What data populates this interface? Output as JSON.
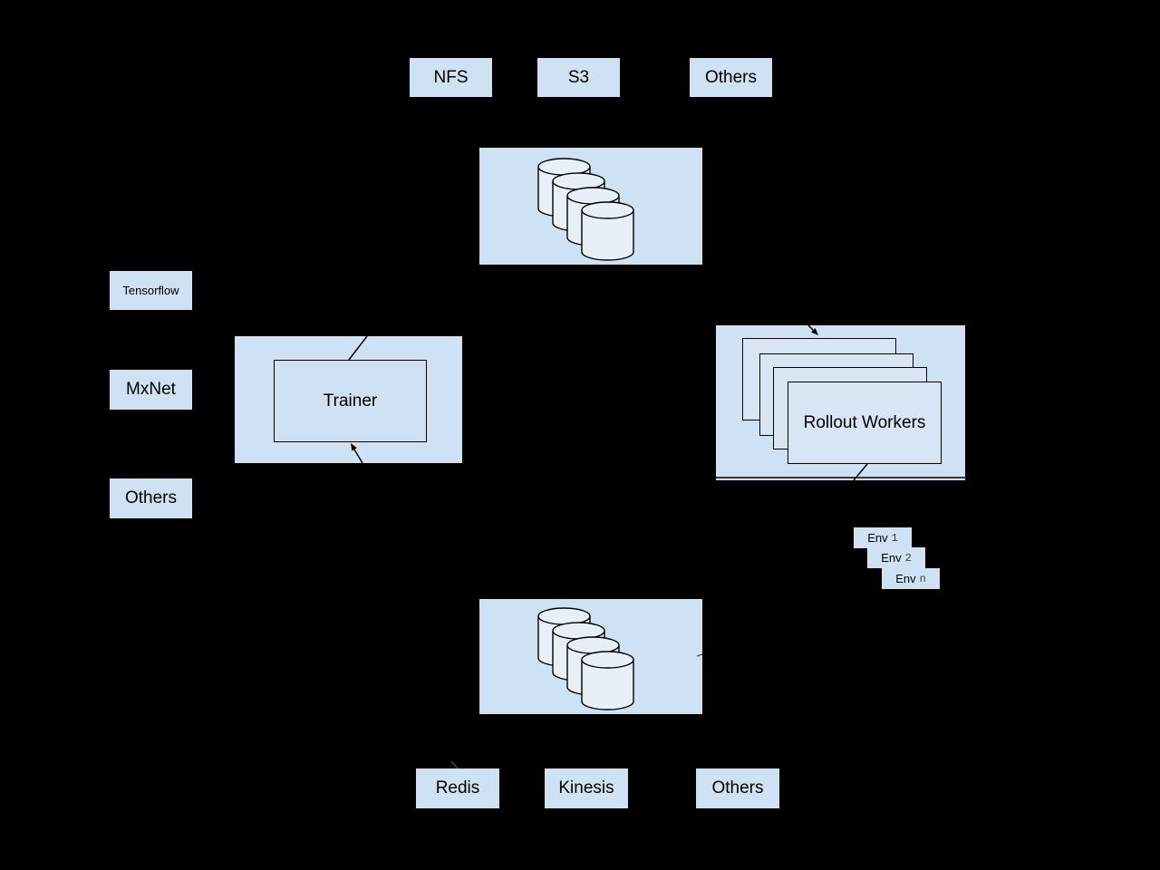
{
  "colors": {
    "background": "#000000",
    "box_fill": "#cfe2f3",
    "stack_fill": "#d7e5f4",
    "cylinder_fill": "#e9eff8",
    "stroke": "#000000",
    "text": "#000000",
    "env_index": "#3a3a3a",
    "arrow_remnant": "#4a4a4a"
  },
  "storage_top": {
    "items": [
      {
        "label": "NFS"
      },
      {
        "label": "S3"
      },
      {
        "label": "Others"
      }
    ]
  },
  "model_pool": {
    "icon": "database-cylinders",
    "cylinder_count": 4
  },
  "frameworks": {
    "items": [
      {
        "label": "Tensorflow"
      },
      {
        "label": "MxNet"
      },
      {
        "label": "Others"
      }
    ]
  },
  "trainer": {
    "label": "Trainer"
  },
  "rollout_workers": {
    "label": "Rollout Workers",
    "stacked_count": 4
  },
  "environments": {
    "items": [
      {
        "prefix": "Env",
        "id": "1"
      },
      {
        "prefix": "Env",
        "id": "2"
      },
      {
        "prefix": "Env",
        "id": "n"
      }
    ]
  },
  "data_pool": {
    "icon": "database-cylinders",
    "cylinder_count": 4
  },
  "storage_bottom": {
    "items": [
      {
        "label": "Redis"
      },
      {
        "label": "Kinesis"
      },
      {
        "label": "Others"
      }
    ]
  }
}
